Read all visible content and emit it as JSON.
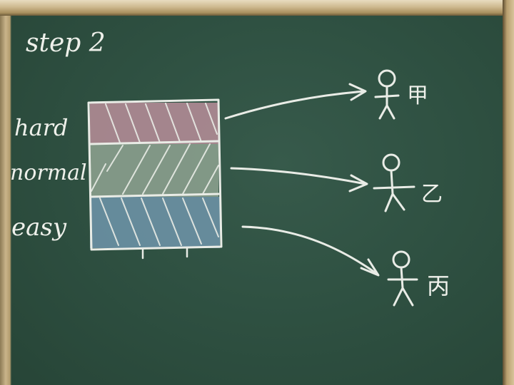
{
  "title": "step 2",
  "levels": [
    {
      "label": "hard",
      "color": "#b88e9a"
    },
    {
      "label": "normal",
      "color": "#8fa392"
    },
    {
      "label": "easy",
      "color": "#6d93a7"
    }
  ],
  "people": [
    {
      "label": "甲"
    },
    {
      "label": "乙"
    },
    {
      "label": "丙"
    }
  ],
  "colors": {
    "board": "#2f5142",
    "chalk": "#e9ece6",
    "frame": "#cdb88e"
  }
}
